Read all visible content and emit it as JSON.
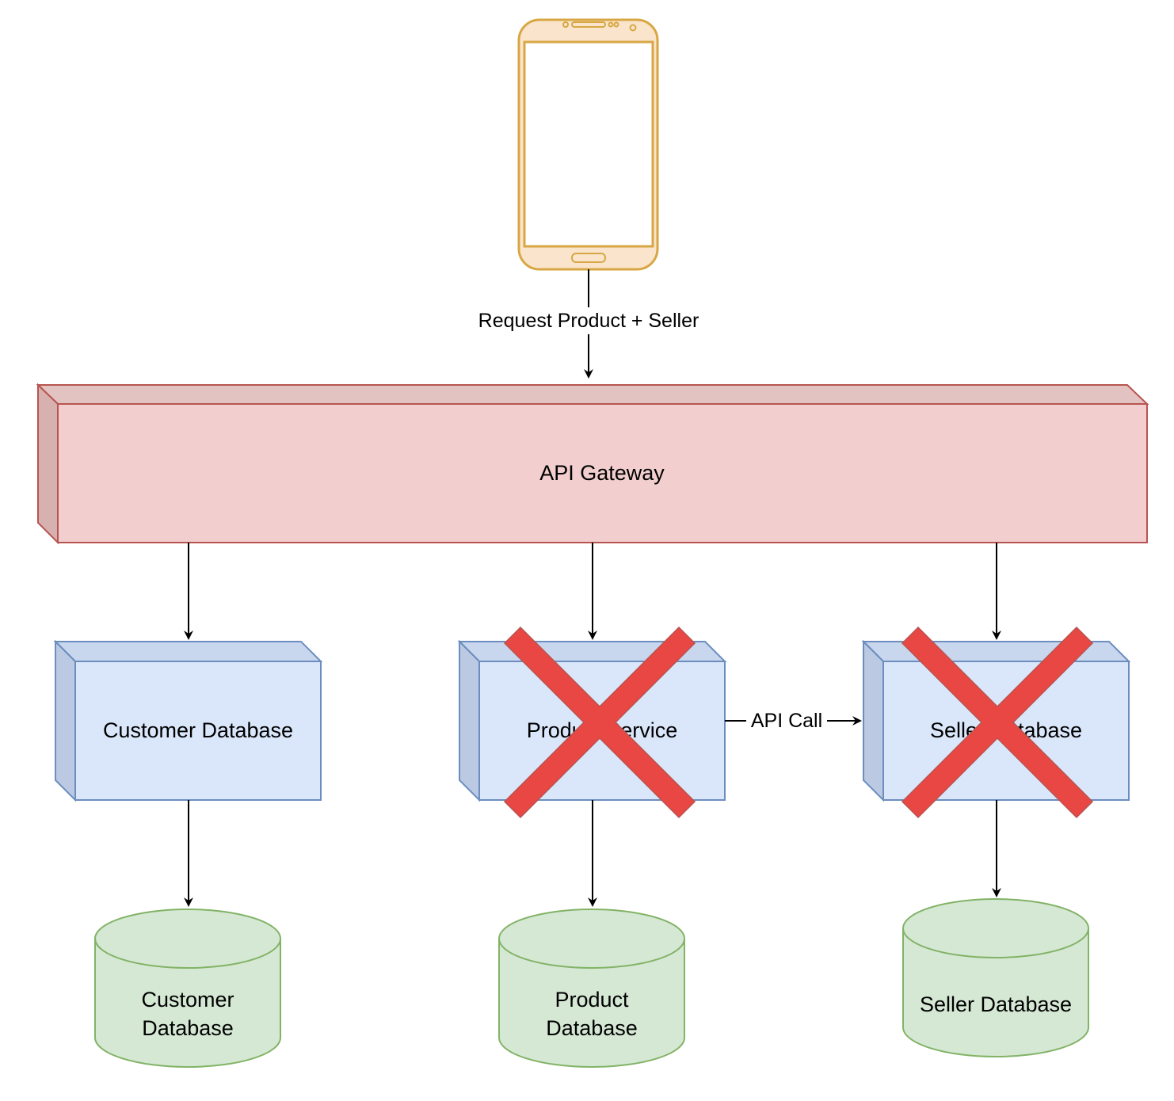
{
  "diagram": {
    "request_label": "Request Product + Seller",
    "gateway_label": "API Gateway",
    "services": {
      "customer": "Customer Database",
      "product": "Product Service",
      "seller": "Seller Database"
    },
    "api_call_label": "API Call",
    "databases": {
      "customer_line1": "Customer",
      "customer_line2": "Database",
      "product_line1": "Product",
      "product_line2": "Database",
      "seller": "Seller Database"
    },
    "colors": {
      "phone_fill": "#FAE5CC",
      "phone_stroke": "#D8A744",
      "gateway_fill": "#F2CFCE",
      "gateway_stroke": "#B85450",
      "service_fill": "#DAE7FB",
      "service_stroke": "#6C8EBF",
      "db_fill": "#D5E8D4",
      "db_stroke": "#82B366",
      "failure_x": "#E84743"
    }
  }
}
